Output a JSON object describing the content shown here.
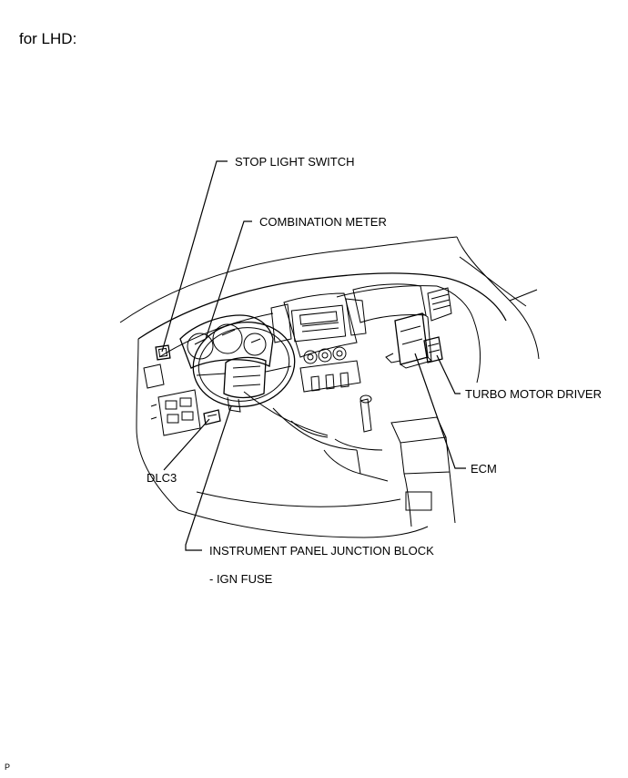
{
  "header": {
    "title": "for LHD:"
  },
  "labels": {
    "stop_light_switch": "STOP LIGHT SWITCH",
    "combination_meter": "COMBINATION METER",
    "turbo_motor_driver": "TURBO MOTOR DRIVER",
    "ecm": "ECM",
    "dlc3": "DLC3",
    "instrument_panel_junction_block": "INSTRUMENT PANEL JUNCTION BLOCK",
    "ign_fuse": "- IGN FUSE"
  },
  "footer": {
    "code": "P"
  }
}
